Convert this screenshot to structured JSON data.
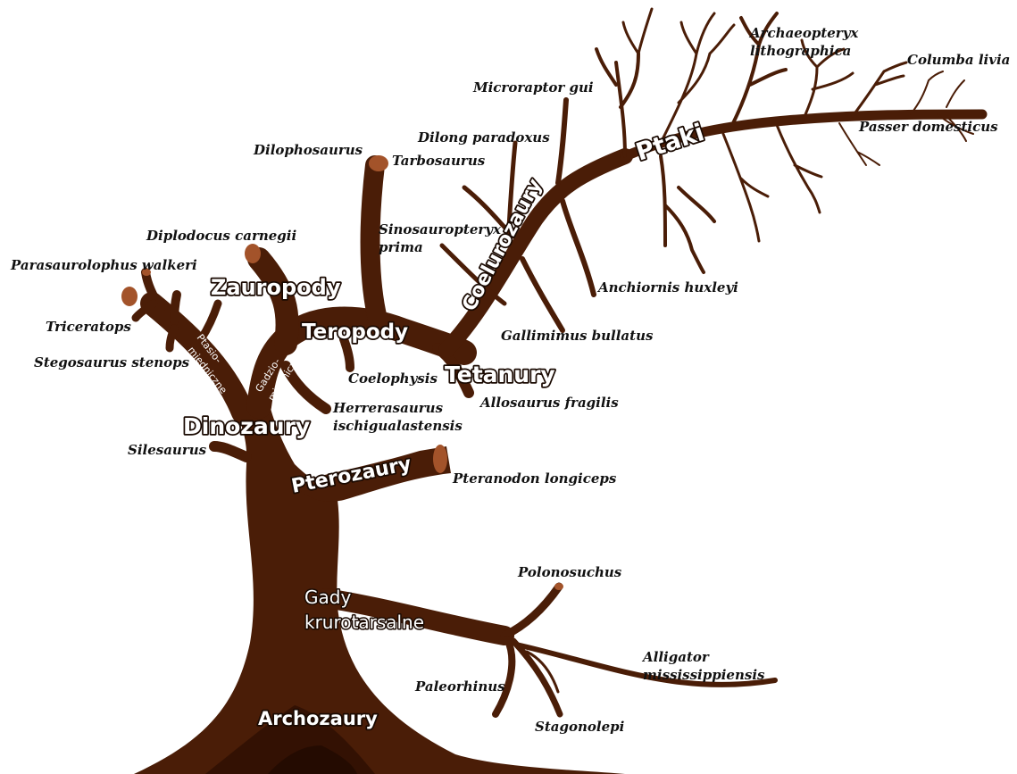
{
  "colors": {
    "trunk": "#4a1d07",
    "trunk_dark": "#2a0d02",
    "cut_end": "#a3532a",
    "label_fill": "#ffffff",
    "label_outline": "#1a0a02",
    "species_text": "#111111"
  },
  "clades": {
    "archozaury": "Archozaury",
    "gady_1": "Gady",
    "gady_2": "krurotarsalne",
    "pterozaury": "Pterozaury",
    "dinozaury": "Dinozaury",
    "ptasio_1": "Ptasio-",
    "ptasio_2": "miedniczne",
    "gadzio_1": "Gadzio-",
    "gadzio_2": "miedniczne",
    "zauropody": "Zauropody",
    "teropody": "Teropody",
    "tetanury": "Tetanury",
    "coelurozaury": "Coelurozaury",
    "ptaki": "Ptaki"
  },
  "species": {
    "parasaurolophus": "Parasaurolophus walkeri",
    "diplodocus": "Diplodocus carnegii",
    "dilophosaurus": "Dilophosaurus",
    "triceratops": "Triceratops",
    "stegosaurus": "Stegosaurus stenops",
    "silesaurus": "Silesaurus",
    "coelophysis": "Coelophysis",
    "herrerasaurus_1": "Herrerasaurus",
    "herrerasaurus_2": "ischigualastensis",
    "allosaurus": "Allosaurus fragilis",
    "pteranodon": "Pteranodon longiceps",
    "tarbosaurus": "Tarbosaurus",
    "sinosauropteryx_1": "Sinosauropteryx",
    "sinosauropteryx_2": "prima",
    "gallimimus": "Gallimimus bullatus",
    "dilong": "Dilong paradoxus",
    "microraptor": "Microraptor gui",
    "anchiornis": "Anchiornis huxleyi",
    "archaeopteryx_1": "Archaeopteryx",
    "archaeopteryx_2": "lithographica",
    "columba": "Columba livia",
    "passer": "Passer domesticus",
    "polonosuchus": "Polonosuchus",
    "alligator_1": "Alligator",
    "alligator_2": "mississippiensis",
    "paleorhinus": "Paleorhinus",
    "stagonolepi": "Stagonolepi"
  }
}
